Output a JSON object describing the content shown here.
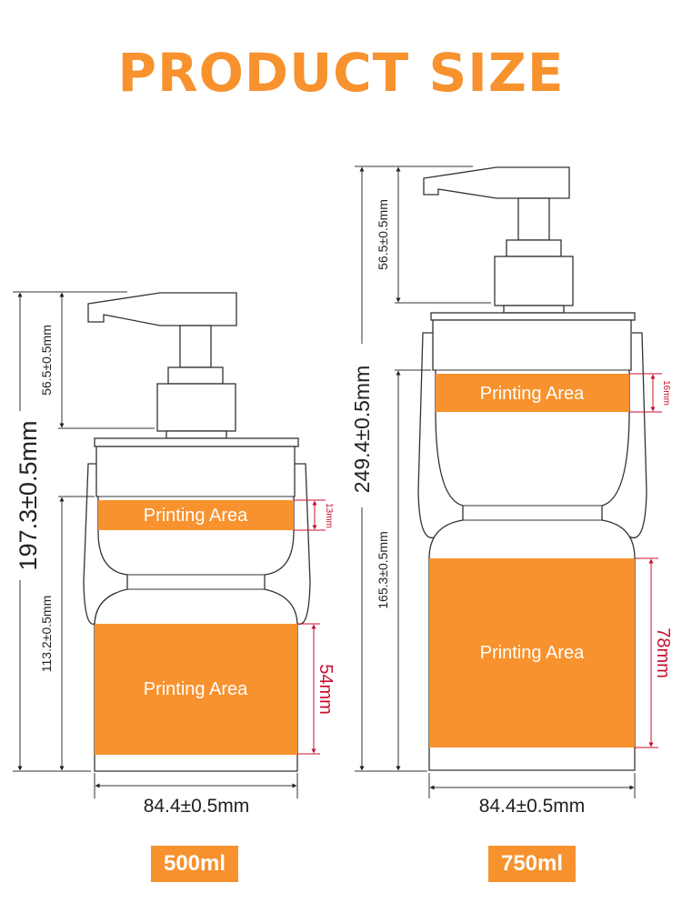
{
  "title": "PRODUCT SIZE",
  "accent_color": "#f7922e",
  "dimension_color": "#c8102e",
  "bottles": [
    {
      "capacity": "500ml",
      "total_height": "197.3±0.5mm",
      "pump_height": "56.5±0.5mm",
      "body_height": "113.2±0.5mm",
      "width": "84.4±0.5mm",
      "top_print_height": "13mm",
      "bottom_print_height": "54mm",
      "print_label": "Printing Area"
    },
    {
      "capacity": "750ml",
      "total_height": "249.4±0.5mm",
      "pump_height": "56.5±0.5mm",
      "body_height": "165.3±0.5mm",
      "width": "84.4±0.5mm",
      "top_print_height": "16mm",
      "bottom_print_height": "78mm",
      "print_label": "Printing Area"
    }
  ]
}
